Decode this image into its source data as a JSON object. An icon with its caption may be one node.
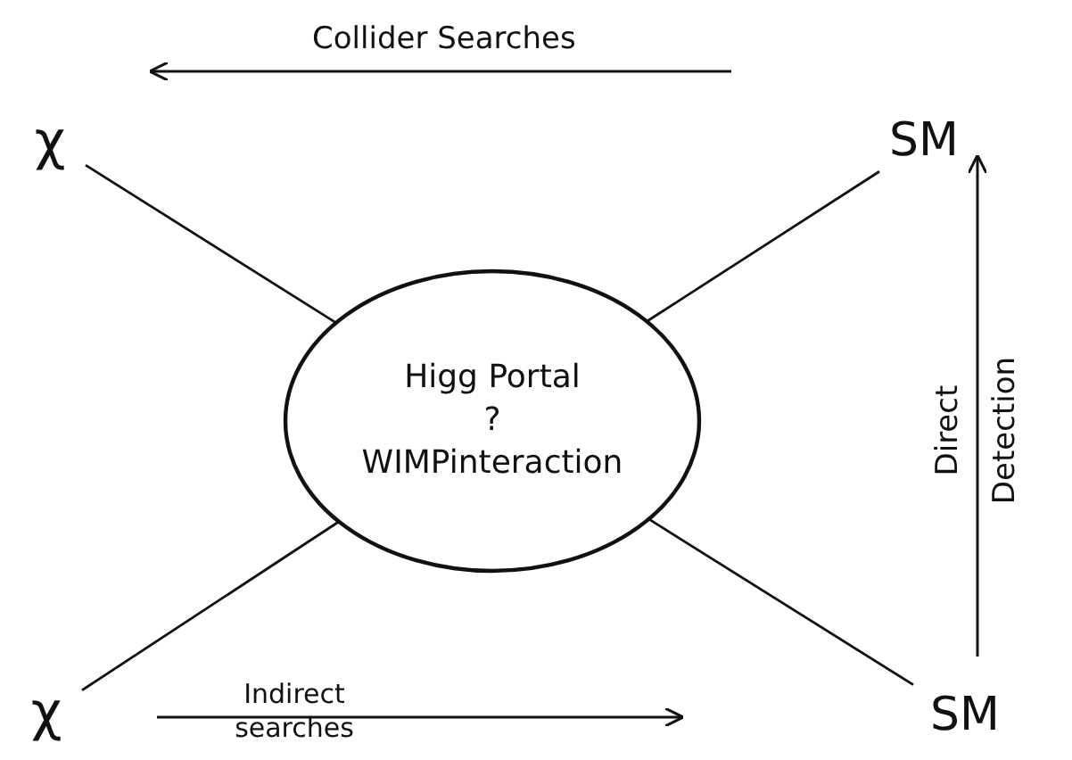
{
  "diagram": {
    "nodes": [
      {
        "text": [
          "χ"
        ]
      },
      {
        "text": [
          "SM"
        ]
      },
      {
        "text": [
          "Higg Portal",
          "?",
          "WIMPinteraction"
        ]
      },
      {
        "text": [
          "χ"
        ]
      },
      {
        "text": [
          "SM"
        ]
      }
    ],
    "edges": [
      {
        "from": 0,
        "to": 2,
        "arrow": "none"
      },
      {
        "from": 1,
        "to": 2,
        "arrow": "none"
      },
      {
        "from": 3,
        "to": 2,
        "arrow": "none"
      },
      {
        "from": 4,
        "to": 2,
        "arrow": "none"
      }
    ],
    "labels": [
      "Collider Searches",
      "Direct Detection",
      "Indirect searches"
    ]
  }
}
